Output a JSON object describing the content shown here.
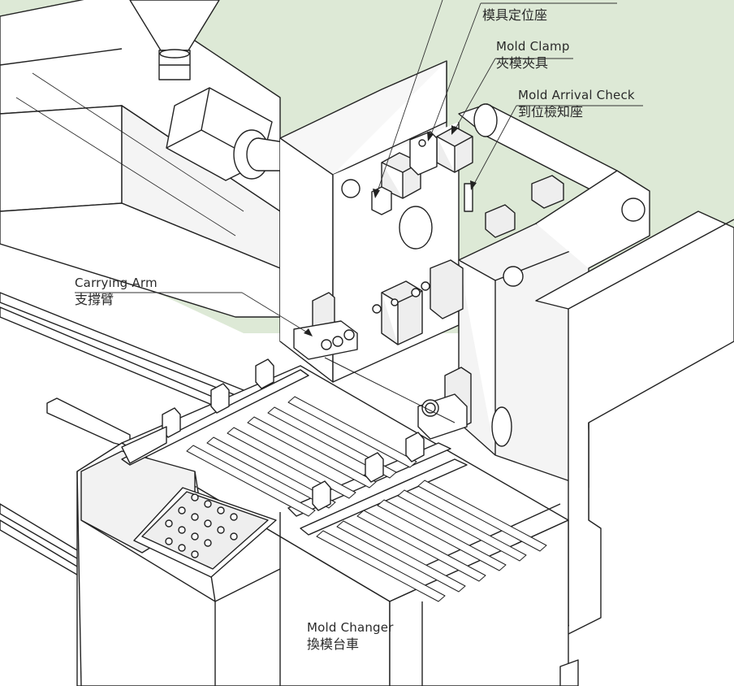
{
  "colors": {
    "background_tint": "#dde9d6",
    "paper": "#ffffff",
    "line": "#222222",
    "label_text": "#2a2a2a"
  },
  "labels": {
    "mold_locating": {
      "zh": "模具定位座"
    },
    "mold_clamp": {
      "en": "Mold Clamp",
      "zh": "夾模夾具"
    },
    "mold_arrival_check": {
      "en": "Mold Arrival Check",
      "zh": "到位檢知座"
    },
    "carrying_arm": {
      "en": "Carrying Arm",
      "zh": "支撐臂"
    },
    "mold_changer": {
      "en": "Mold Changer",
      "zh": "換模台車"
    }
  }
}
